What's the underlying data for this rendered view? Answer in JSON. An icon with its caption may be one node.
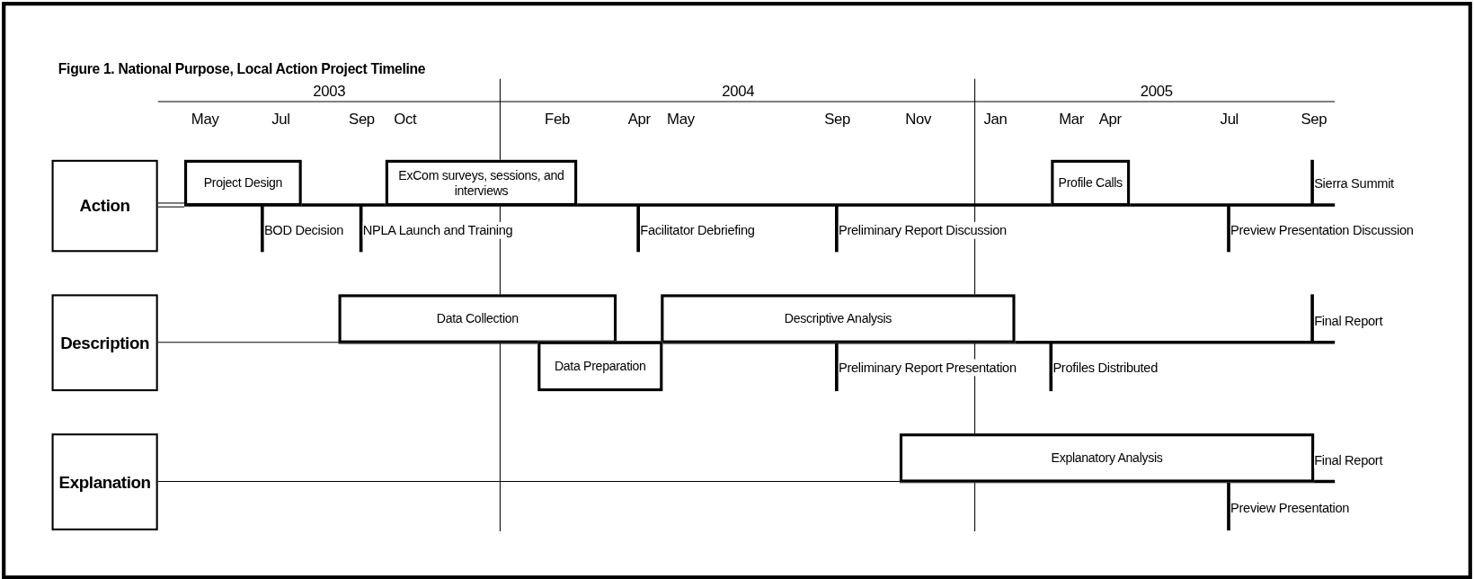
{
  "diagram": {
    "title": "Figure 1. National Purpose, Local Action Project Timeline",
    "nodes": [
      {
        "text": [
          "Action"
        ]
      },
      {
        "text": [
          "Project Design"
        ]
      },
      {
        "text": [
          "ExCom surveys, sessions, and interviews"
        ]
      },
      {
        "text": [
          "Profile Calls"
        ]
      },
      {
        "text": [
          "Description"
        ]
      },
      {
        "text": [
          "Data Collection"
        ]
      },
      {
        "text": [
          "Descriptive Analysis"
        ]
      },
      {
        "text": [
          "Data Preparation"
        ]
      },
      {
        "text": [
          "Explanation"
        ]
      },
      {
        "text": [
          "Explanatory Analysis"
        ]
      }
    ],
    "edges": [],
    "labels": [
      "2003",
      "2004",
      "2005",
      "May",
      "Jul",
      "Sep",
      "Oct",
      "Feb",
      "Apr",
      "May",
      "Sep",
      "Nov",
      "Jan",
      "Mar",
      "Apr",
      "Jul",
      "Sep",
      "Sierra Summit",
      "BOD Decision",
      "NPLA Launch and Training",
      "Facilitator Debriefing",
      "Preliminary Report Discussion",
      "Preview Presentation Discussion",
      "Final Report",
      "Preliminary Report Presentation",
      "Profiles Distributed",
      "Final Report",
      "Preview Presentation"
    ]
  }
}
